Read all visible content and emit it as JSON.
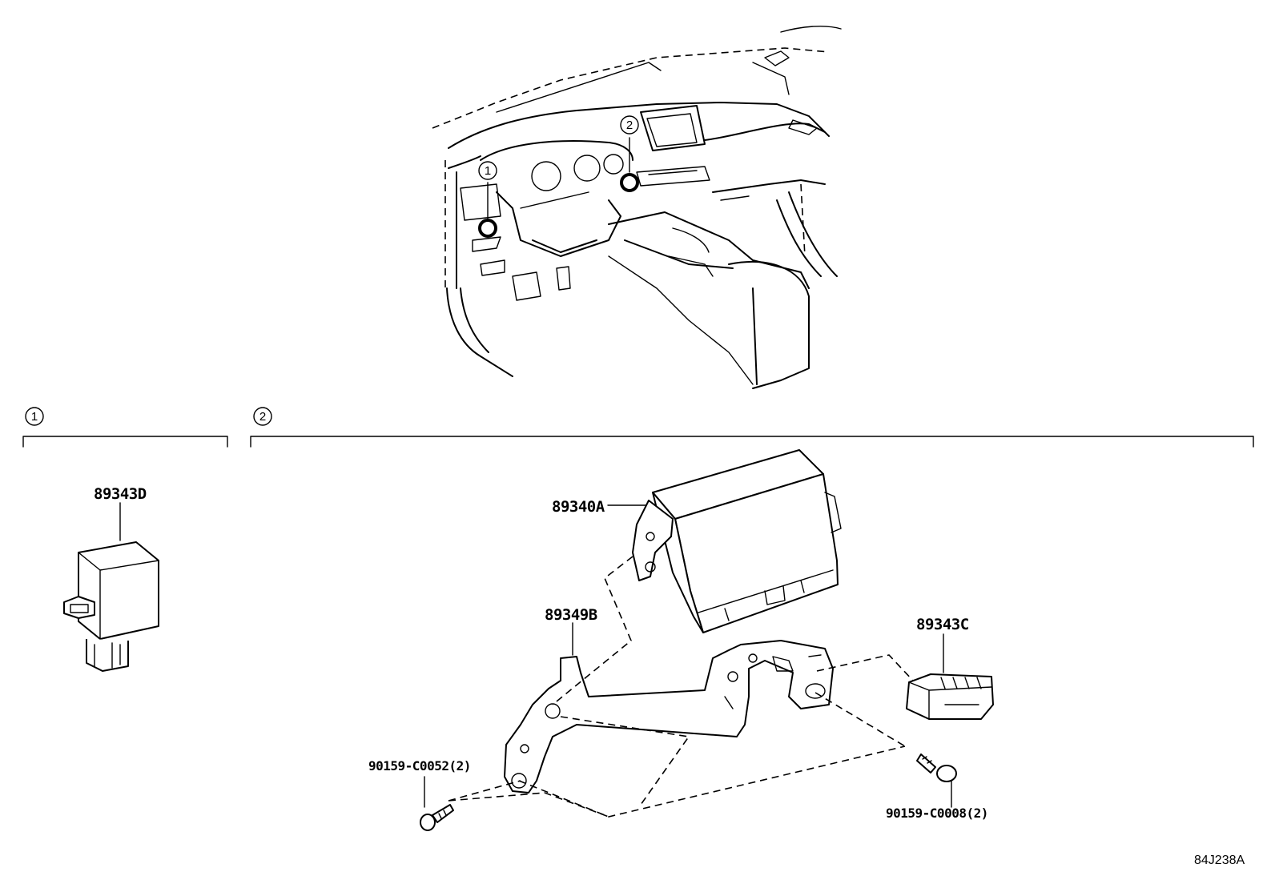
{
  "locators": {
    "loc1": "1",
    "loc2": "2"
  },
  "sections": {
    "section1_marker": "1",
    "section2_marker": "2"
  },
  "parts": {
    "p89343D": "89343D",
    "p89340A": "89340A",
    "p89349B": "89349B",
    "p89343C": "89343C",
    "screw_left": "90159-C0052(2)",
    "screw_right": "90159-C0008(2)"
  },
  "figure_code": "84J238A"
}
